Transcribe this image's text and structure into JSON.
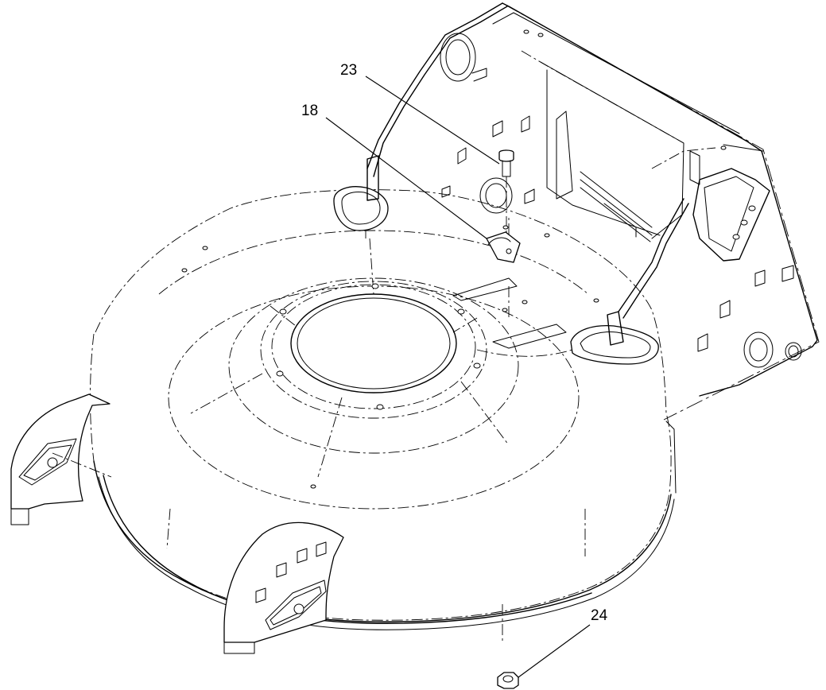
{
  "diagram": {
    "callouts": [
      {
        "id": "callout-23",
        "label": "23"
      },
      {
        "id": "callout-18",
        "label": "18"
      },
      {
        "id": "callout-24",
        "label": "24"
      }
    ]
  }
}
